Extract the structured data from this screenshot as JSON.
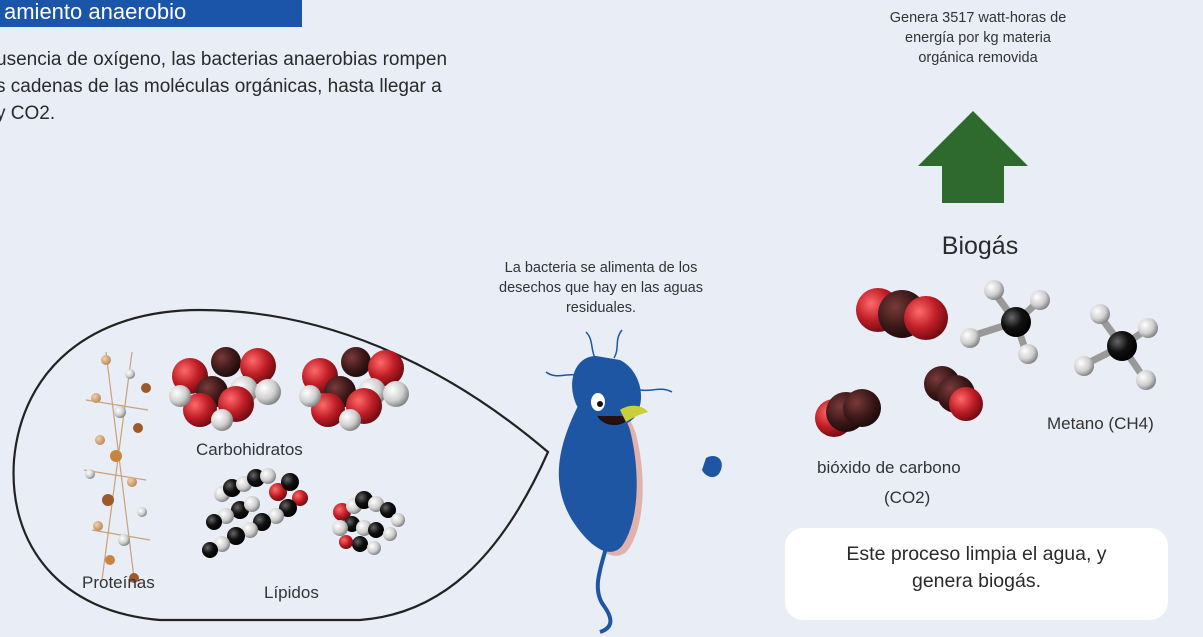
{
  "header": {
    "title": "amiento anaerobio",
    "intro_lines": [
      "usencia de oxígeno, las bacterias anaerobias rompen",
      "s cadenas de las moléculas orgánicas, hasta llegar a",
      "y CO2."
    ]
  },
  "energy_note": {
    "lines": [
      "Genera 3517 watt-horas de",
      "energía por kg materia",
      "orgánica removida"
    ]
  },
  "bacteria_note": {
    "lines": [
      "La bacteria se alimenta de los",
      "desechos que hay en las aguas",
      "residuales."
    ]
  },
  "waste_bubble": {
    "proteins_label": "Proteínas",
    "carbs_label": "Carbohidratos",
    "lipids_label": "Lípidos"
  },
  "biogas": {
    "title": "Biogás",
    "methane_label": "Metano (CH4)",
    "co2_label_line1": "bióxido de carbono",
    "co2_label_line2": "(CO2)"
  },
  "summary": {
    "lines": [
      "Este proceso limpia el agua, y",
      "genera biogás."
    ]
  },
  "colors": {
    "title_bar": "#1a55a9",
    "background": "#e9edf6",
    "arrow_green": "#2e6a2e",
    "bacteria_blue": "#1e56a4",
    "co2_dark": "#3a1a1a",
    "co2_red": "#b5232b"
  }
}
